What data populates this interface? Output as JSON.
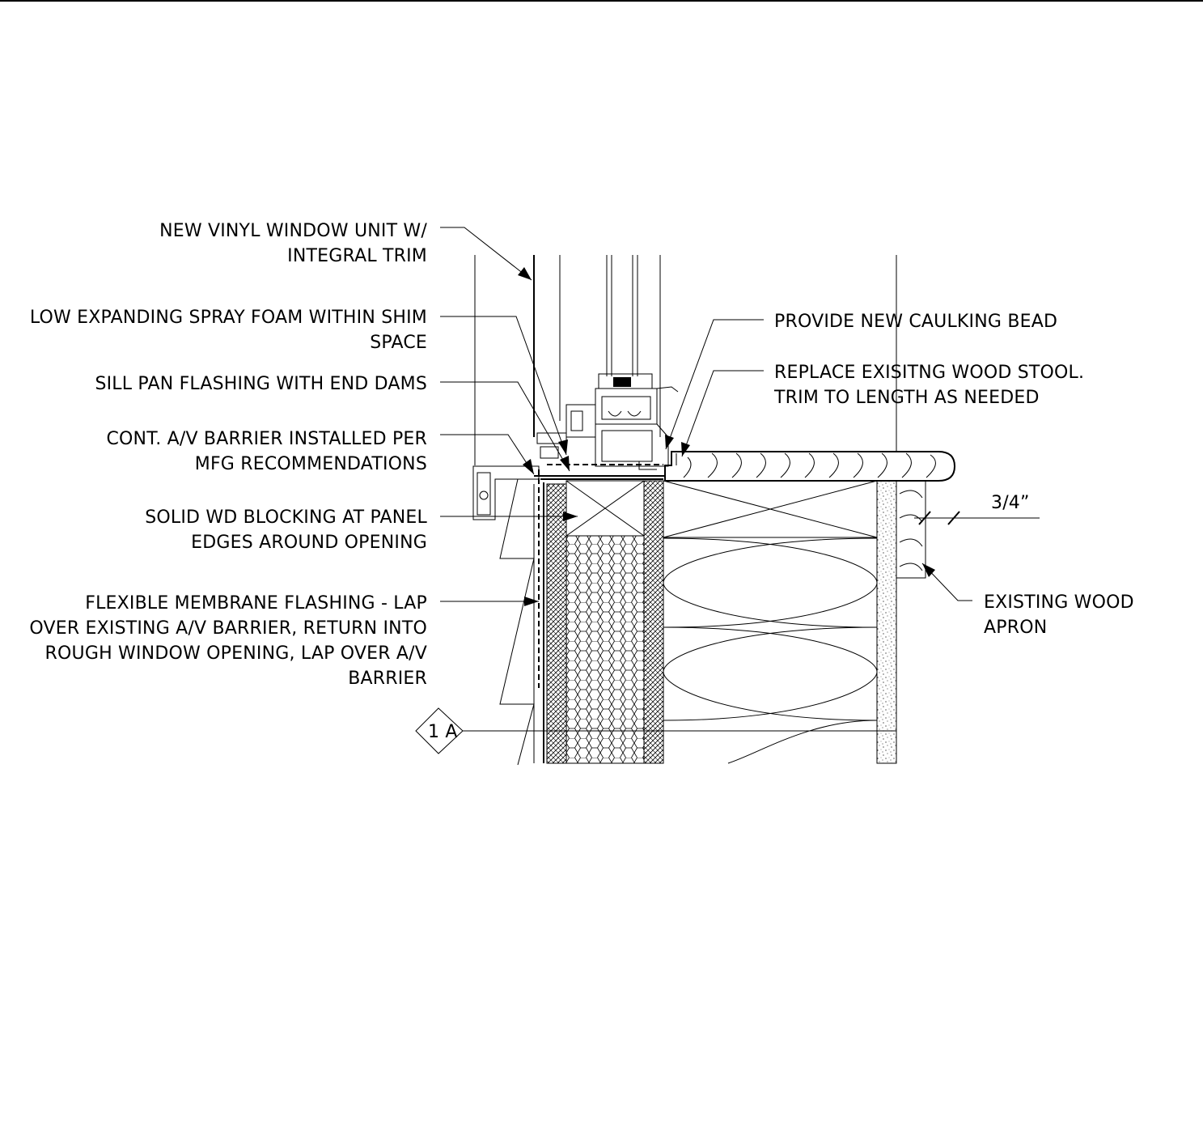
{
  "labels": {
    "window_unit": [
      "NEW VINYL WINDOW UNIT W/",
      "INTEGRAL TRIM"
    ],
    "spray_foam": [
      "LOW EXPANDING SPRAY FOAM WITHIN SHIM",
      "SPACE"
    ],
    "sill_pan": [
      "SILL PAN FLASHING WITH END DAMS"
    ],
    "av_barrier": [
      "CONT. A/V BARRIER INSTALLED PER",
      "MFG RECOMMENDATIONS"
    ],
    "blocking": [
      "SOLID WD BLOCKING AT PANEL",
      "EDGES AROUND OPENING"
    ],
    "membrane": [
      "FLEXIBLE MEMBRANE FLASHING - LAP",
      "OVER EXISTING A/V BARRIER, RETURN INTO",
      "ROUGH WINDOW OPENING, LAP OVER A/V",
      "BARRIER"
    ],
    "caulking": [
      "PROVIDE NEW CAULKING BEAD"
    ],
    "stool": [
      "REPLACE EXISITNG WOOD STOOL.",
      "TRIM TO LENGTH AS NEEDED"
    ],
    "apron": [
      "EXISTING WOOD",
      "APRON"
    ]
  },
  "dimension": "3/4”",
  "section_tag": "1A",
  "colors": {
    "line": "#000000",
    "background": "#ffffff"
  }
}
